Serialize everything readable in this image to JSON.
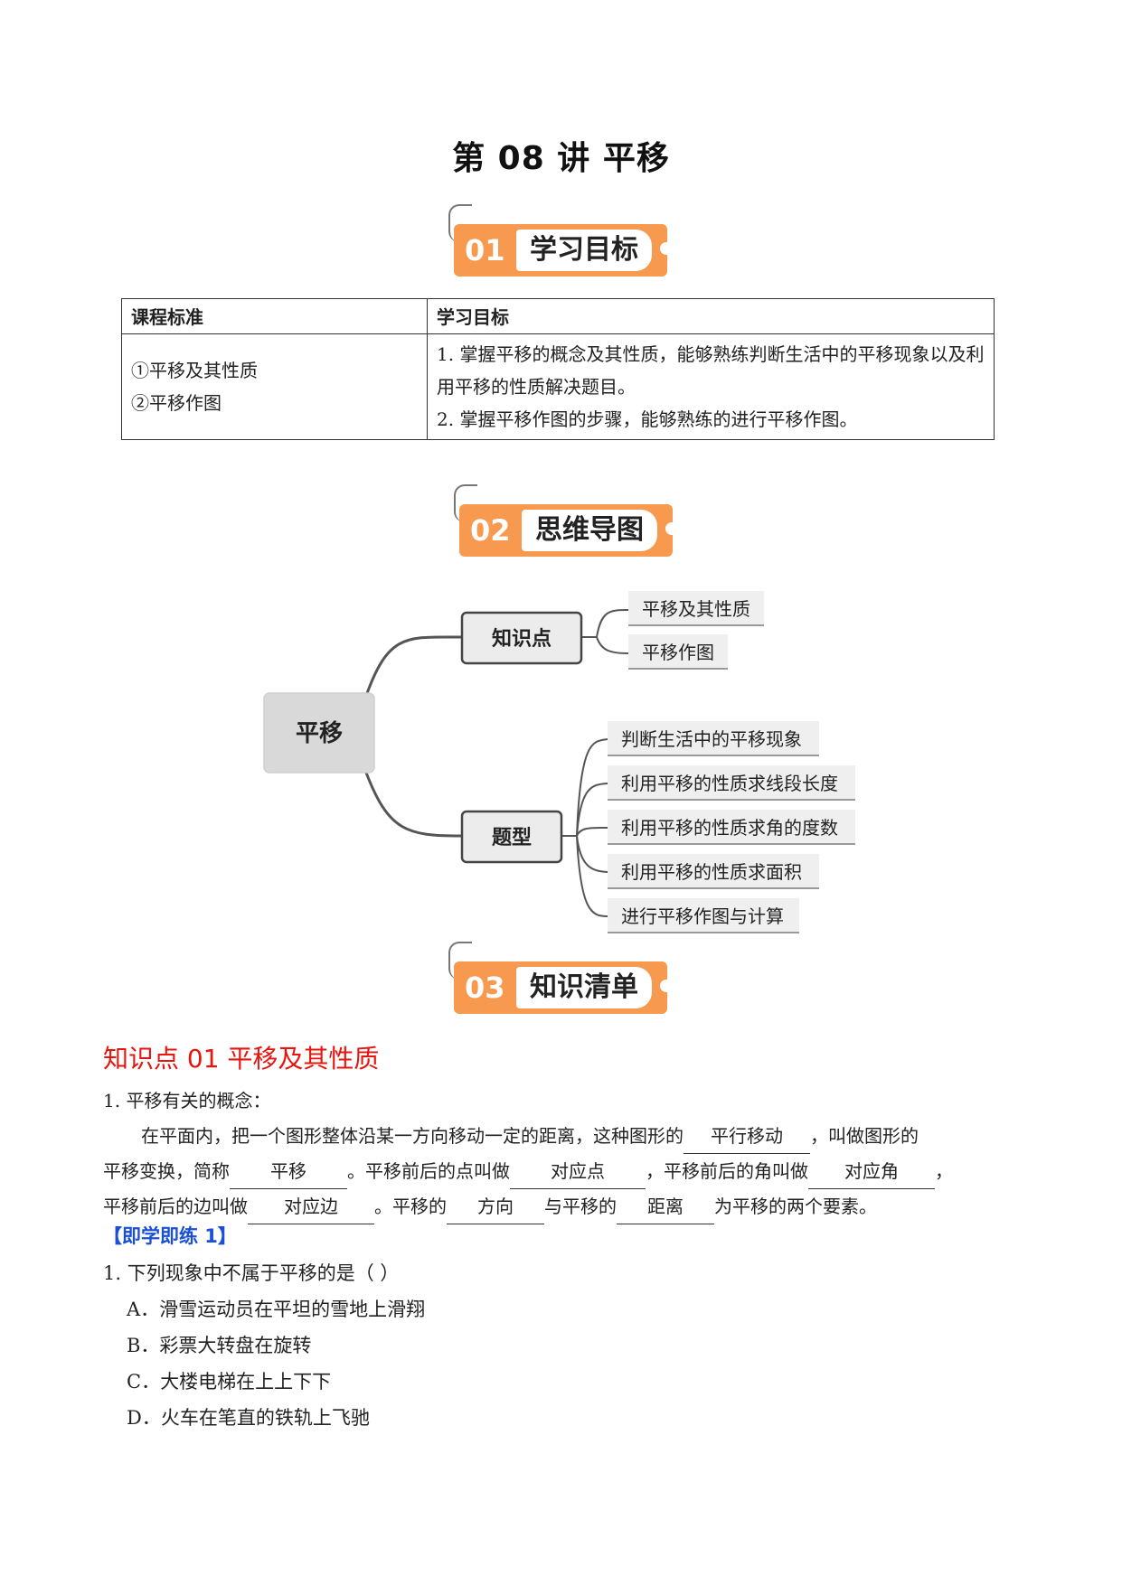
{
  "title": "第 08 讲  平移",
  "sections": [
    {
      "num": "01",
      "label": "学习目标"
    },
    {
      "num": "02",
      "label": "思维导图"
    },
    {
      "num": "03",
      "label": "知识清单"
    }
  ],
  "table": {
    "headers": [
      "课程标准",
      "学习目标"
    ],
    "standards": [
      "①平移及其性质",
      "②平移作图"
    ],
    "goals": [
      "1. 掌握平移的概念及其性质，能够熟练判断生活中的平移现象以及利用平移的性质解决题目。",
      "2. 掌握平移作图的步骤，能够熟练的进行平移作图。"
    ]
  },
  "mindmap": {
    "root": "平移",
    "branches": [
      {
        "label": "知识点",
        "leaves": [
          "平移及其性质",
          "平移作图"
        ]
      },
      {
        "label": "题型",
        "leaves": [
          "判断生活中的平移现象",
          "利用平移的性质求线段长度",
          "利用平移的性质求角的度数",
          "利用平移的性质求面积",
          "进行平移作图与计算"
        ]
      }
    ]
  },
  "knowledge": {
    "heading": "知识点 01  平移及其性质",
    "item1": "1.  平移有关的概念：",
    "p1": "在平面内，把一个图形整体沿某一方向移动一定的距离，这种图形的",
    "b1": "平行移动",
    "p2": "，叫做图形的",
    "p3": "平移变换，简称",
    "b2": "平移",
    "p4": "。平移前后的点叫做",
    "b3": "对应点",
    "p5": "，平移前后的角叫做",
    "b4": "对应角",
    "p6": "，",
    "p7": "平移前后的边叫做",
    "b5": "对应边",
    "p8": "。平移的",
    "b6": "方向",
    "p9": "与平移的",
    "b7": "距离",
    "p10": "为平移的两个要素。"
  },
  "practice": {
    "label": "【即学即练 1】",
    "question": "1.  下列现象中不属于平移的是（        ）",
    "options": [
      "A．滑雪运动员在平坦的雪地上滑翔",
      "B．彩票大转盘在旋转",
      "C．大楼电梯在上上下下",
      "D．火车在笔直的铁轨上飞驰"
    ]
  },
  "colors": {
    "banner": "#f79a4f",
    "heading": "#e8140e",
    "practice": "#1a4fd8"
  }
}
